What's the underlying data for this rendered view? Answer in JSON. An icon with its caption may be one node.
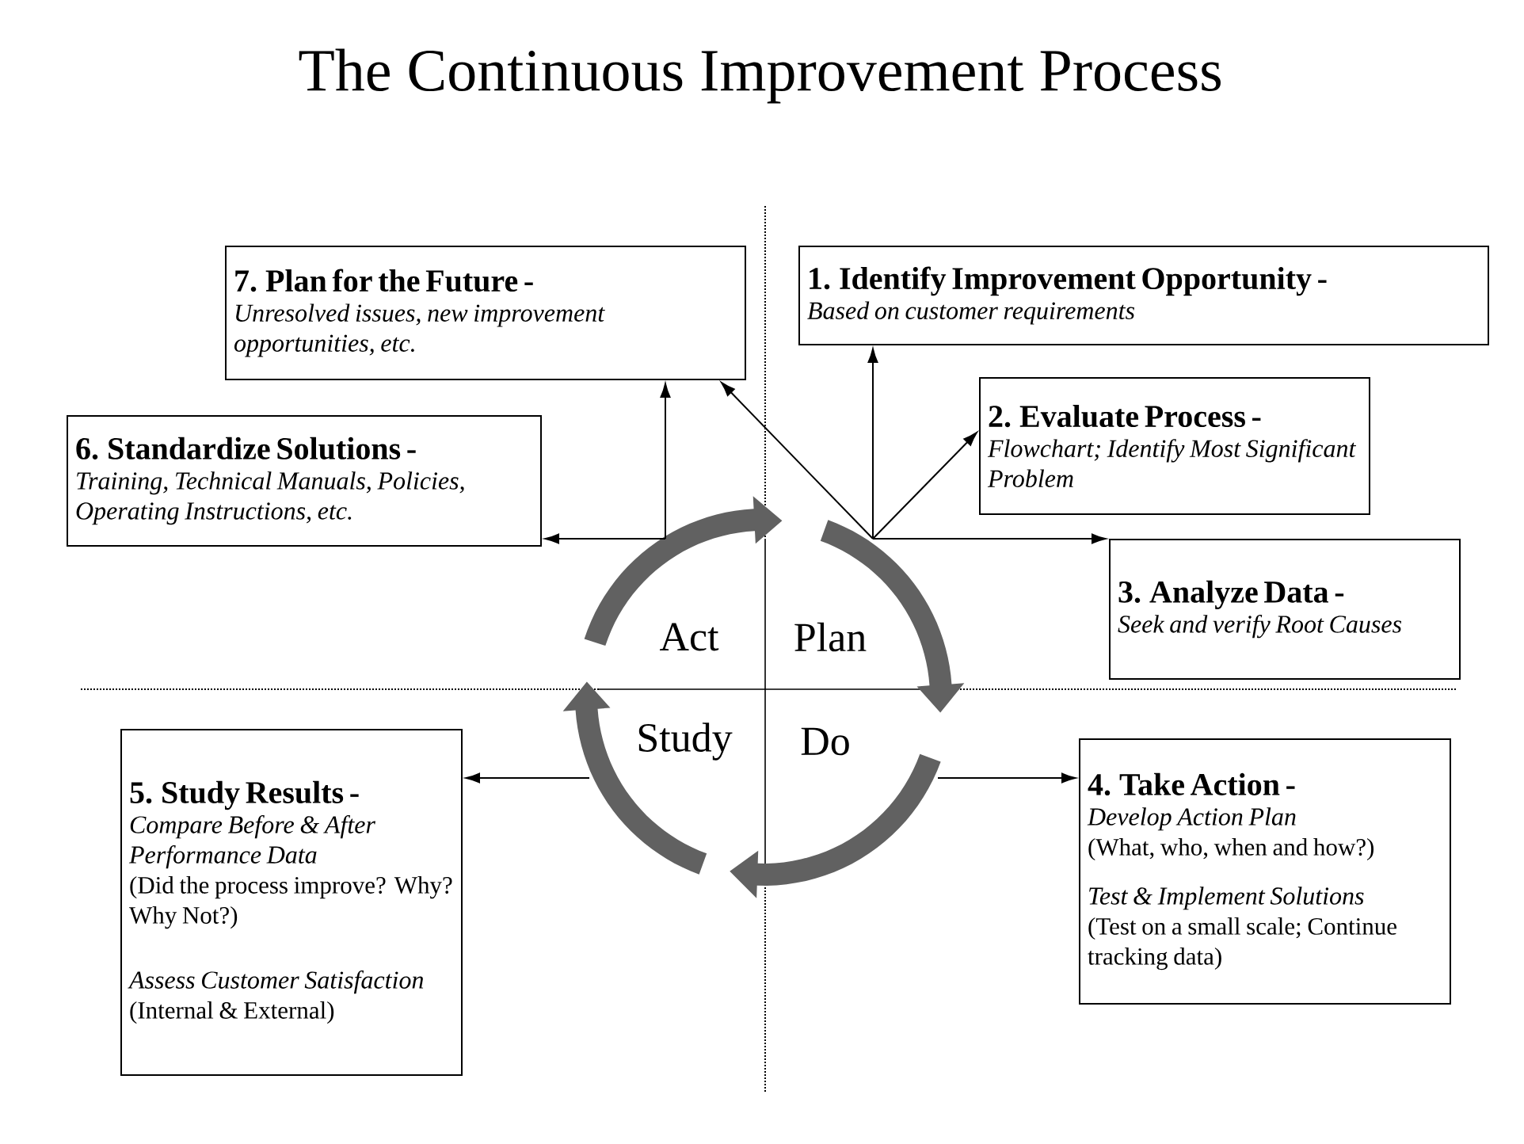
{
  "diagram": {
    "title": "The Continuous Improvement Process",
    "nodes": [
      {
        "text": [
          "7.  Plan for the Future -",
          "Unresolved issues, new improvement opportunities, etc."
        ]
      },
      {
        "text": [
          "1.  Identify Improvement Opportunity -",
          "Based on customer requirements"
        ]
      },
      {
        "text": [
          "2.  Evaluate Process -",
          "Flowchart; Identify Most Significant Problem"
        ]
      },
      {
        "text": [
          "6.  Standardize Solutions -",
          "Training, Technical Manuals, Policies, Operating Instructions, etc."
        ]
      },
      {
        "text": [
          "3.  Analyze Data -",
          "Seek and verify Root Causes"
        ]
      },
      {
        "text": [
          "5.  Study Results -",
          "Compare Before & After Performance Data",
          "(Did the process improve? Why?  Why Not?)",
          "Assess Customer Satisfaction",
          "(Internal & External)"
        ]
      },
      {
        "text": [
          "4.  Take Action -",
          "Develop Action Plan",
          "(What, who, when and how?)",
          "Test & Implement Solutions",
          "(Test on a small scale; Continue tracking data)"
        ]
      }
    ],
    "edges": [
      {
        "from": null,
        "to": 1,
        "arrow": "to"
      },
      {
        "from": null,
        "to": 2,
        "arrow": "to"
      },
      {
        "from": null,
        "to": 4,
        "arrow": "to"
      },
      {
        "from": null,
        "to": 0,
        "arrow": "to"
      },
      {
        "from": null,
        "to": 0,
        "arrow": "to"
      },
      {
        "from": null,
        "to": 3,
        "arrow": "to"
      },
      {
        "from": null,
        "to": 5,
        "arrow": "to"
      },
      {
        "from": null,
        "to": 6,
        "arrow": "to"
      }
    ],
    "labels": [
      "Act",
      "Plan",
      "Study",
      "Do"
    ]
  }
}
